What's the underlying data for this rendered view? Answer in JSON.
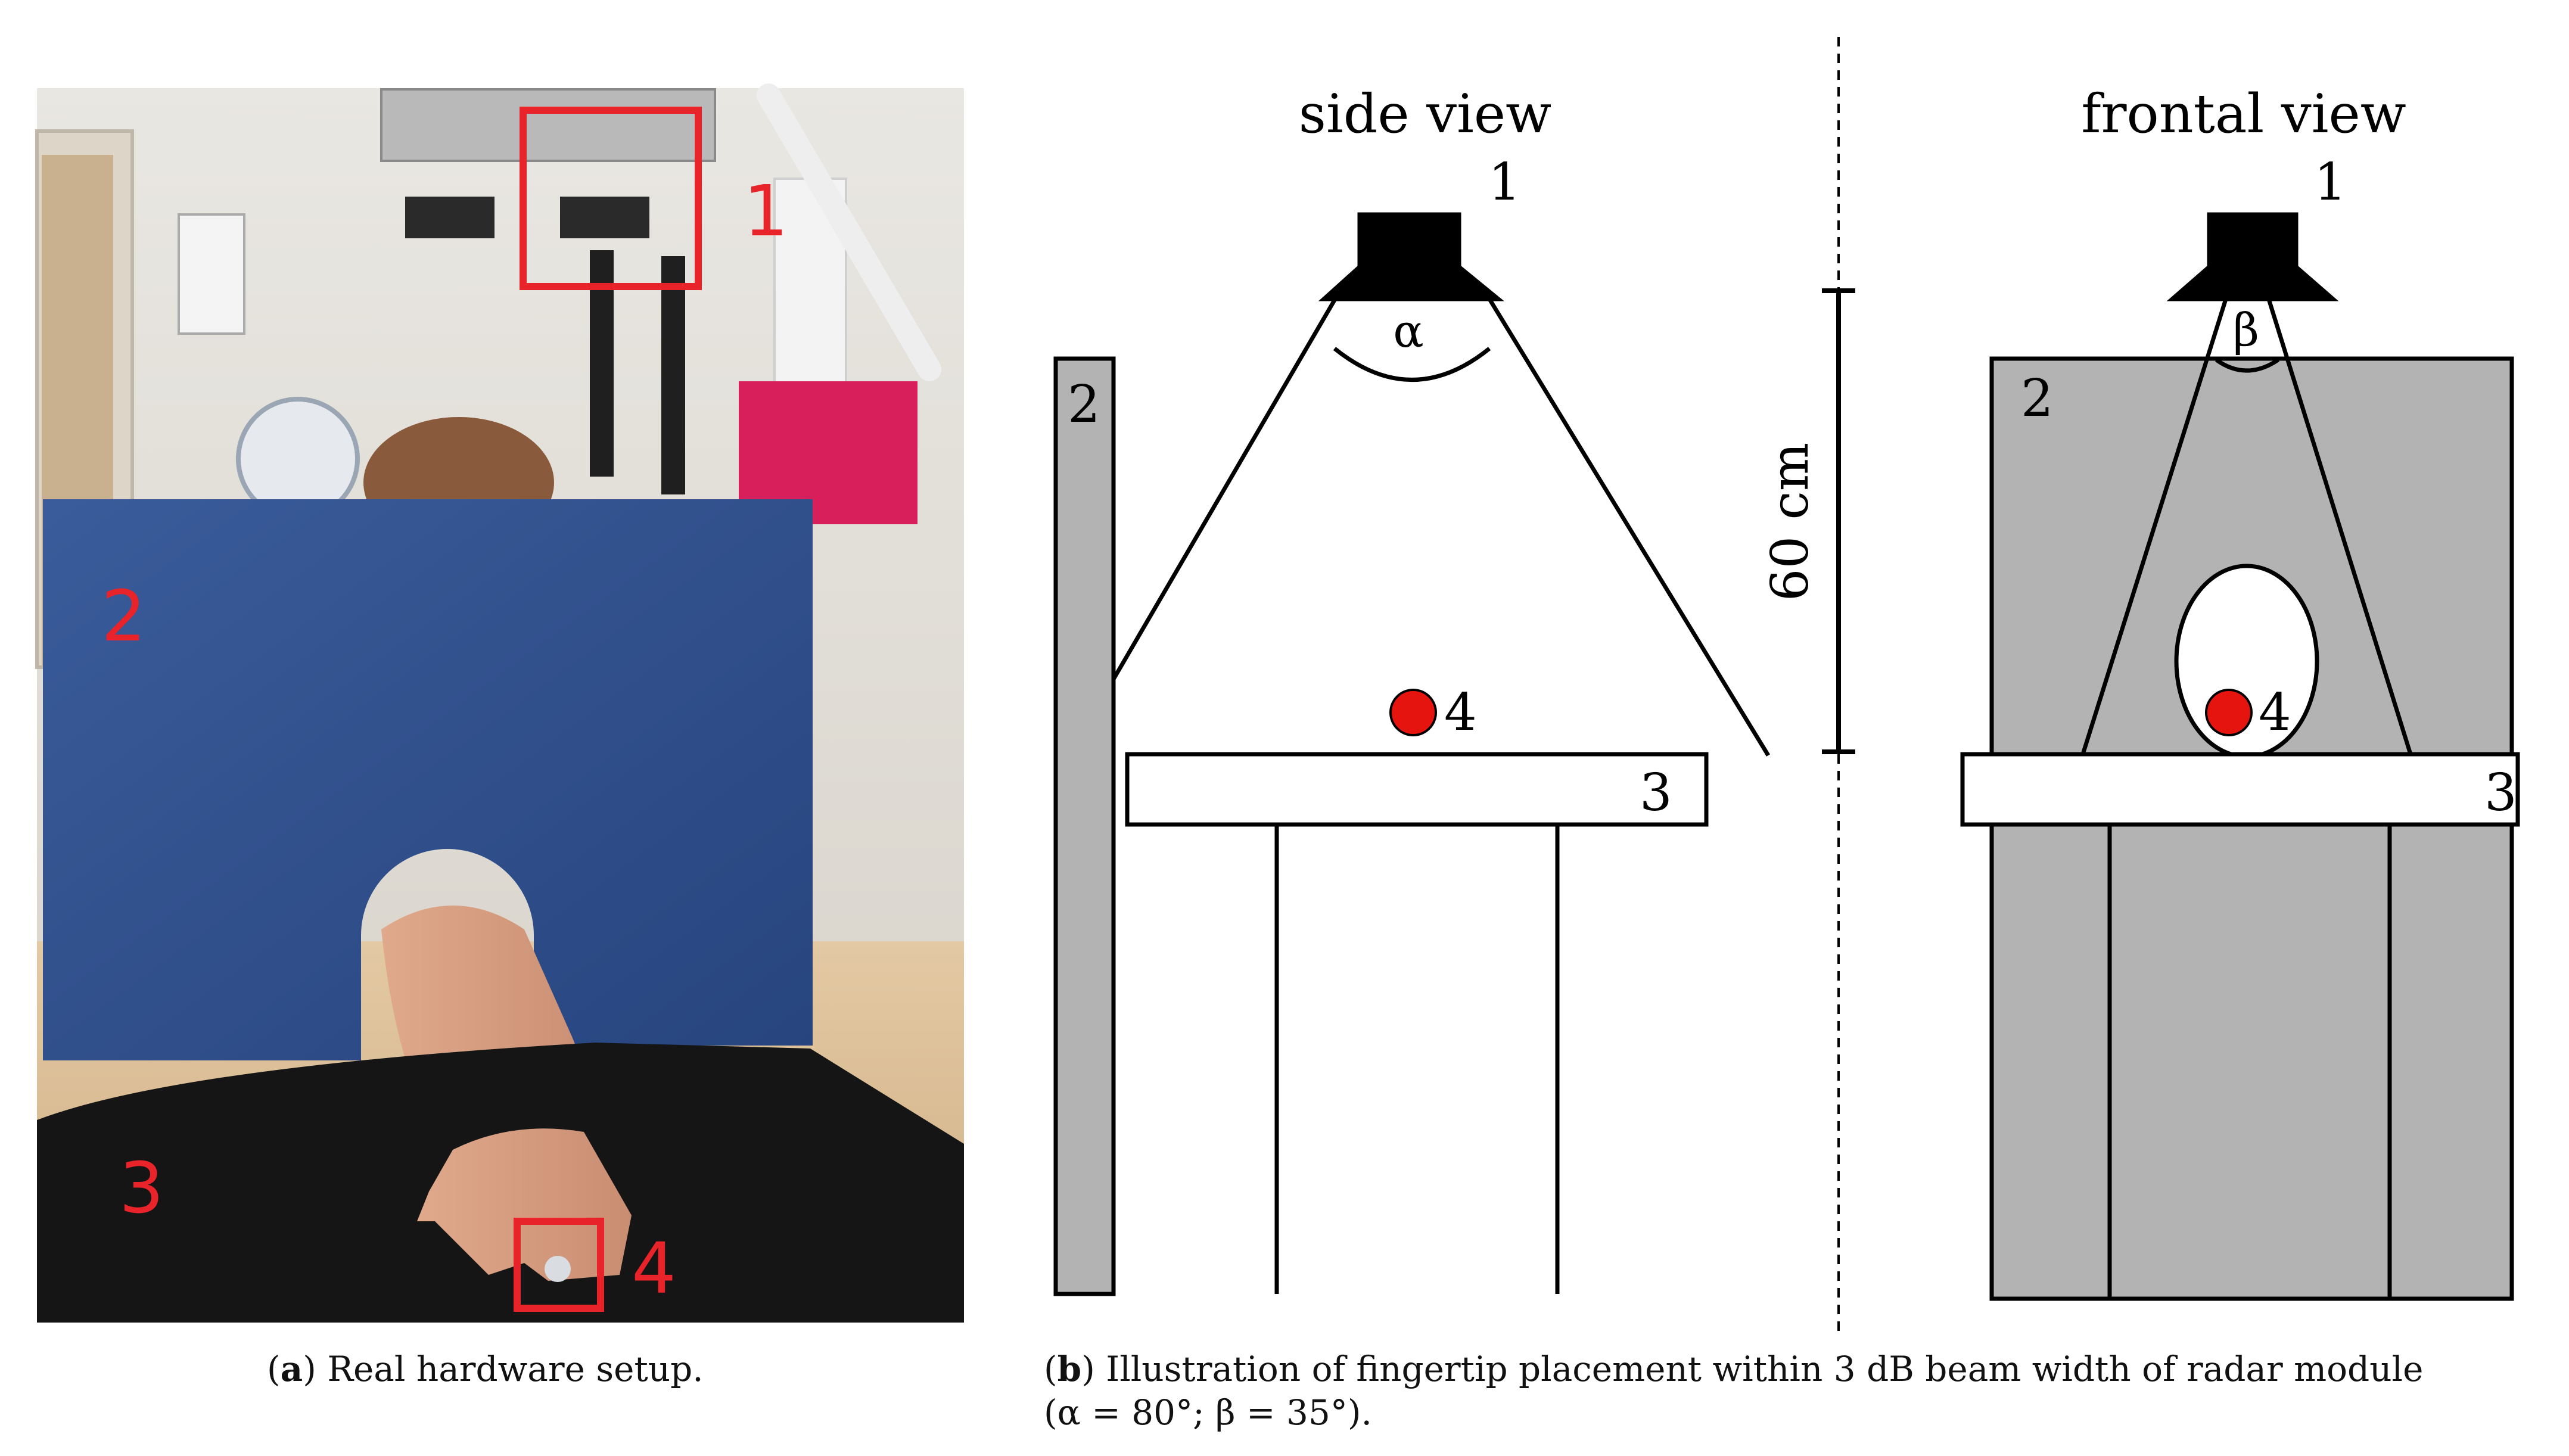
{
  "panel_a": {
    "caption_letter": "a",
    "caption_text": "Real hardware setup.",
    "label_1": "1",
    "label_2": "2",
    "label_3": "3",
    "label_4": "4"
  },
  "panel_b": {
    "side_view_title": "side view",
    "frontal_view_title": "frontal view",
    "side": {
      "label_1": "1",
      "label_2": "2",
      "label_3": "3",
      "label_4": "4",
      "angle": "α"
    },
    "front": {
      "label_1": "1",
      "label_2": "2",
      "label_3": "3",
      "label_4": "4",
      "angle": "β"
    },
    "distance_label": "60 cm",
    "caption_letter": "b",
    "caption_line1": "Illustration of fingertip placement within 3 dB beam width of radar module",
    "caption_line2": "(α = 80°; β = 35°)."
  },
  "colors": {
    "highlight_red": "#e8232a",
    "foam_blue": "#2e4f8e",
    "panel_gray": "#b3b3b3",
    "finger_marker_red": "#e5140f"
  }
}
